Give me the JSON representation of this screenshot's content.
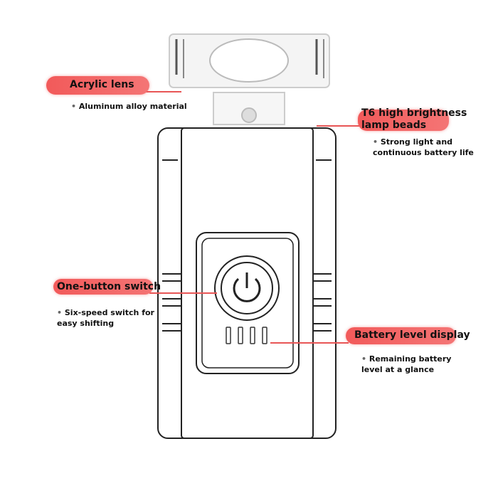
{
  "callouts": {
    "lens": {
      "title": "Acrylic lens",
      "detail": "Aluminum alloy material"
    },
    "beads": {
      "title": "T6 high brightness lamp beads",
      "detail": "Strong light and continuous battery life"
    },
    "switch": {
      "title": "One-button switch",
      "detail": "Six-speed switch for easy shifting"
    },
    "battery": {
      "title": "Battery level display",
      "detail": "Remaining battery level at a glance"
    }
  },
  "colors": {
    "accent": "#f25a5a",
    "outline": "#222222"
  },
  "battery_bars": 4
}
